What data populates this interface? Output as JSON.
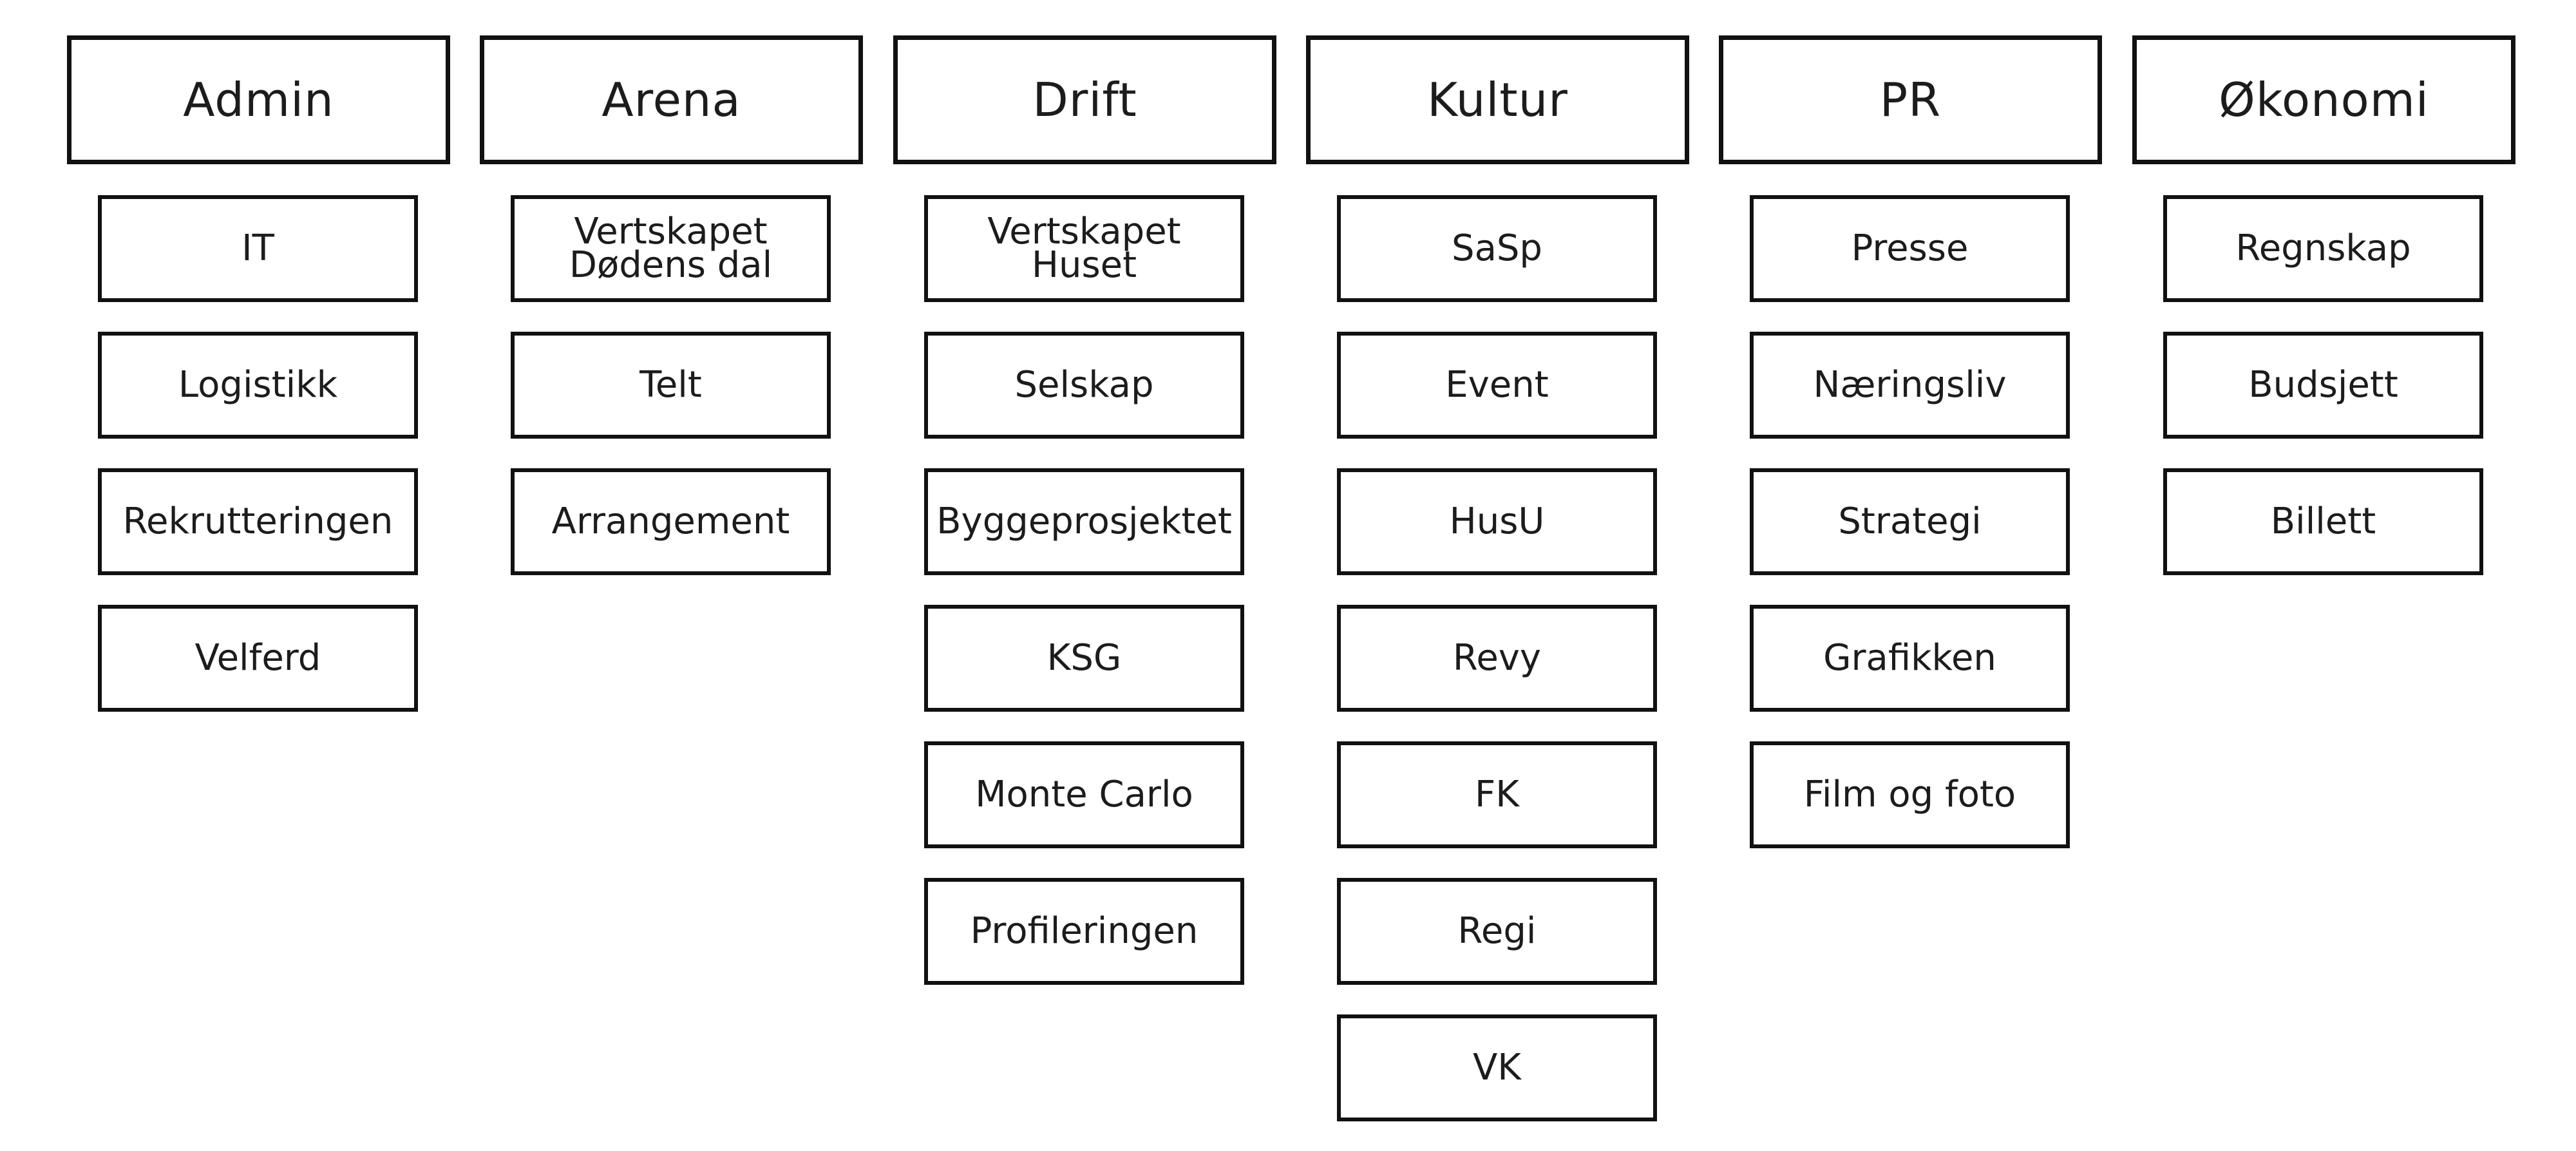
{
  "departments": [
    {
      "name": "Admin",
      "groups": [
        {
          "label": "IT"
        },
        {
          "label": "Logistikk"
        },
        {
          "label": "Rekrutteringen"
        },
        {
          "label": "Velferd"
        }
      ]
    },
    {
      "name": "Arena",
      "groups": [
        {
          "label": "Vertskapet",
          "label2": "Dødens dal"
        },
        {
          "label": "Telt"
        },
        {
          "label": "Arrangement"
        }
      ]
    },
    {
      "name": "Drift",
      "groups": [
        {
          "label": "Vertskapet",
          "label2": "Huset"
        },
        {
          "label": "Selskap"
        },
        {
          "label": "Byggeprosjektet"
        },
        {
          "label": "KSG"
        },
        {
          "label": "Monte Carlo"
        },
        {
          "label": "Profileringen"
        }
      ]
    },
    {
      "name": "Kultur",
      "groups": [
        {
          "label": "SaSp"
        },
        {
          "label": "Event"
        },
        {
          "label": "HusU"
        },
        {
          "label": "Revy"
        },
        {
          "label": "FK"
        },
        {
          "label": "Regi"
        },
        {
          "label": "VK"
        }
      ]
    },
    {
      "name": "PR",
      "groups": [
        {
          "label": "Presse"
        },
        {
          "label": "Næringsliv"
        },
        {
          "label": "Strategi"
        },
        {
          "label": "Grafikken"
        },
        {
          "label": "Film og foto"
        }
      ]
    },
    {
      "name": "Økonomi",
      "groups": [
        {
          "label": "Regnskap"
        },
        {
          "label": "Budsjett"
        },
        {
          "label": "Billett"
        }
      ]
    }
  ]
}
